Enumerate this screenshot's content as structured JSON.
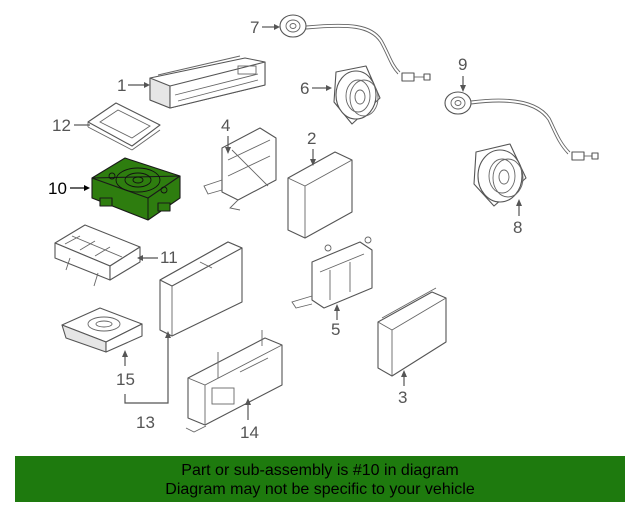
{
  "callouts": {
    "c1": "1",
    "c2": "2",
    "c3": "3",
    "c4": "4",
    "c5": "5",
    "c6": "6",
    "c7": "7",
    "c8": "8",
    "c9": "9",
    "c10": "10",
    "c11": "11",
    "c12": "12",
    "c13": "13",
    "c14": "14",
    "c15": "15"
  },
  "highlight_part": "10",
  "colors": {
    "highlight": "#2e7d0f",
    "banner": "#1e7a0e",
    "lines": "#555555"
  },
  "banner": {
    "line1": "Part or sub-assembly is #10 in diagram",
    "line2": "Diagram may not be specific to your vehicle"
  }
}
